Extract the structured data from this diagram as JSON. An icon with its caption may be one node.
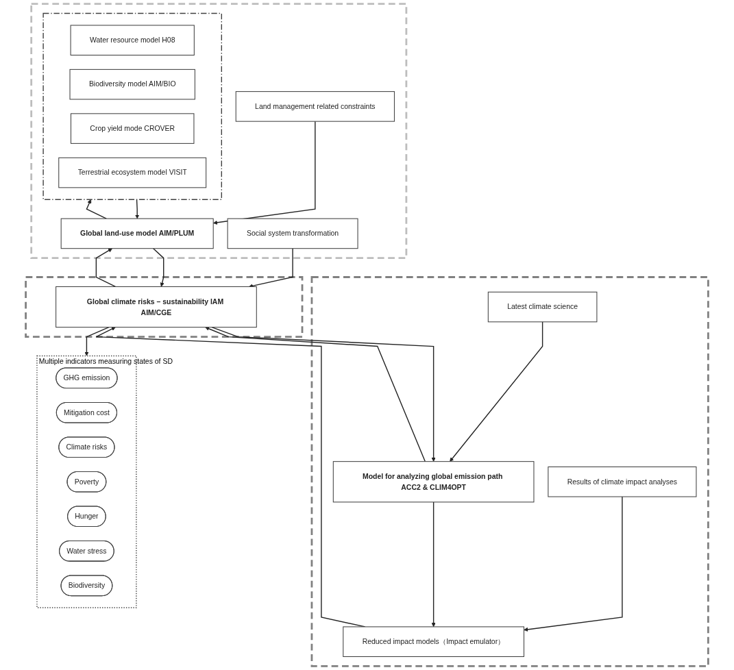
{
  "diagram": {
    "nodes": [
      {
        "text": [],
        "shape": "box"
      },
      {
        "text": [
          "Latest climate science"
        ],
        "in": 0
      },
      {
        "text": [
          "Results of climate impact analyses"
        ],
        "in": 0
      },
      {
        "text": [
          "Model for analyzing global emission path ACC2 & CLIM4OPT"
        ],
        "in": 0
      },
      {
        "text": [
          "Reduced impact models（Impact emulator）"
        ],
        "in": 0
      },
      {
        "text": [
          "Multiple indicators measuring states of SD"
        ]
      },
      {
        "text": [
          "GHG emission"
        ],
        "in": 5
      },
      {
        "text": [
          "Mitigation cost"
        ],
        "in": 5
      },
      {
        "text": [
          "Climate risks"
        ],
        "in": 5
      },
      {
        "text": [
          "Poverty"
        ],
        "in": 5
      },
      {
        "text": [
          "Hunger"
        ],
        "in": 5
      },
      {
        "text": [
          "Water stress"
        ],
        "in": 5
      },
      {
        "text": [
          "Biodiversity"
        ],
        "in": 5
      },
      {
        "text": [],
        "shape": "box"
      },
      {
        "text": [],
        "shape": "box"
      },
      {
        "text": [
          "Global climate risks – sustainability IAM AIM/CGE"
        ],
        "in": 14
      },
      {
        "text": [
          "Social system transformation"
        ],
        "in": 13
      },
      {
        "text": [
          "Land management related constraints"
        ],
        "in": 13
      },
      {
        "text": [
          "Global land-use model AIM/PLUM"
        ],
        "in": 13
      },
      {
        "text": [],
        "shape": "box",
        "in": 13
      },
      {
        "text": [
          "Water resource model H08"
        ],
        "in": 19
      },
      {
        "text": [
          "Biodiversity model AIM/BIO"
        ],
        "in": 19
      },
      {
        "text": [
          "Crop yield mode CROVER"
        ],
        "in": 19
      },
      {
        "text": [
          "Terrestrial ecosystem model VISIT"
        ],
        "in": 19
      }
    ],
    "edges": [
      {
        "from": 1,
        "to": 3,
        "arrow": "to"
      },
      {
        "from": 2,
        "to": 4,
        "arrow": "to"
      },
      {
        "from": 3,
        "to": 4,
        "arrow": "to"
      },
      {
        "from": 4,
        "to": 15,
        "arrow": "to"
      },
      {
        "from": 15,
        "to": 3,
        "arrow": "to"
      },
      {
        "from": 3,
        "to": 15,
        "arrow": "to"
      },
      {
        "from": 16,
        "to": 15,
        "arrow": "to"
      },
      {
        "from": 15,
        "to": 5,
        "arrow": "to"
      },
      {
        "from": 15,
        "to": 18,
        "arrow": "to"
      },
      {
        "from": 17,
        "to": 18,
        "arrow": "to"
      },
      {
        "from": 18,
        "to": 15,
        "arrow": "to"
      },
      {
        "from": 18,
        "to": 19,
        "arrow": "to"
      },
      {
        "from": 19,
        "to": 18,
        "arrow": "to"
      }
    ]
  }
}
